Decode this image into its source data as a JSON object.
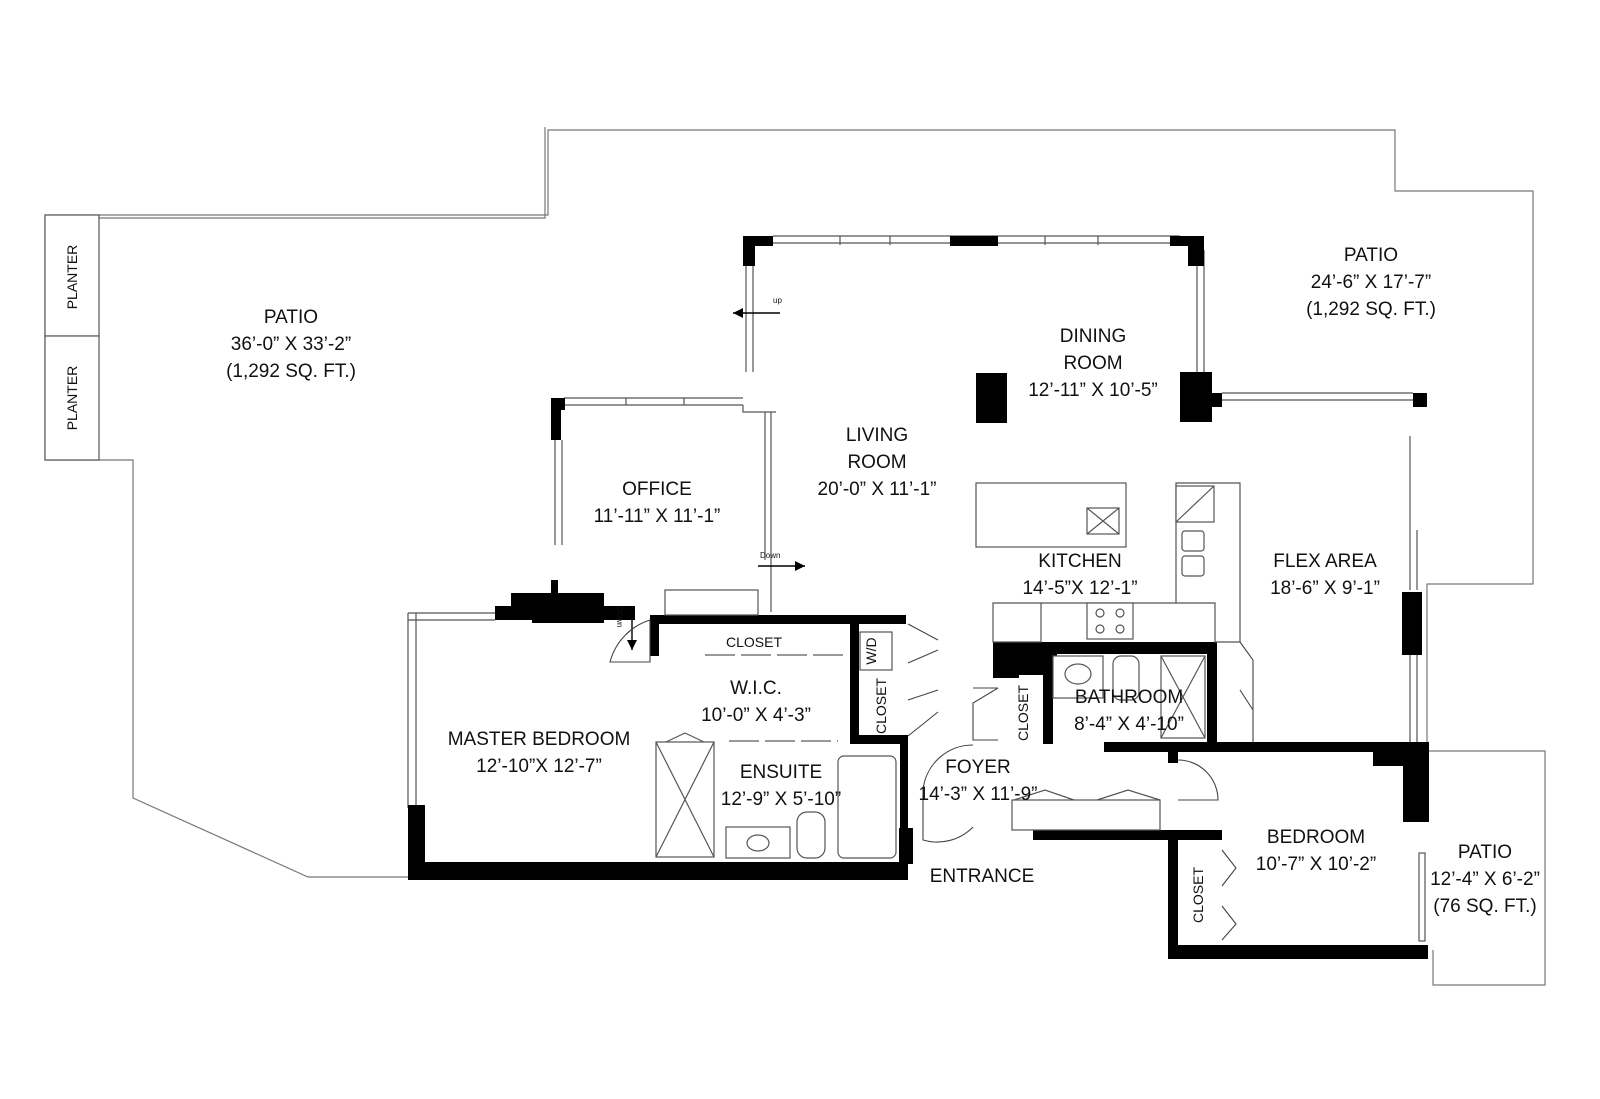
{
  "rooms": {
    "patio_west": {
      "name": "PATIO",
      "dims": "36’-0” X 33’-2”",
      "area": "(1,292 SQ. FT.)"
    },
    "patio_east": {
      "name": "PATIO",
      "dims": "24’-6” X 17’-7”",
      "area": "(1,292 SQ. FT.)"
    },
    "patio_south": {
      "name": "PATIO",
      "dims": "12’-4” X 6’-2”",
      "area": "(76 SQ. FT.)"
    },
    "dining": {
      "name_line1": "DINING",
      "name_line2": "ROOM",
      "dims": "12’-11” X 10’-5”"
    },
    "living": {
      "name_line1": "LIVING",
      "name_line2": "ROOM",
      "dims": "20’-0” X 11’-1”"
    },
    "office": {
      "name": "OFFICE",
      "dims": "11’-11” X 11’-1”"
    },
    "kitchen": {
      "name": "KITCHEN",
      "dims": "14’-5”X  12’-1”"
    },
    "flex": {
      "name": "FLEX AREA",
      "dims": "18’-6” X 9’-1”"
    },
    "master": {
      "name": "MASTER BEDROOM",
      "dims": "12’-10”X 12’-7”"
    },
    "wic": {
      "name": "W.I.C.",
      "dims": "10’-0” X 4’-3”"
    },
    "ensuite": {
      "name": "ENSUITE",
      "dims": "12’-9” X 5’-10”"
    },
    "bathroom": {
      "name": "BATHROOM",
      "dims": "8’-4” X 4’-10”"
    },
    "foyer": {
      "name": "FOYER",
      "dims": "14’-3” X 11’-9”"
    },
    "bedroom": {
      "name": "BEDROOM",
      "dims": "10’-7” X 10’-2”"
    }
  },
  "labels": {
    "entrance": "ENTRANCE",
    "planter": "PLANTER",
    "closet": "CLOSET",
    "wd": "W/D",
    "up": "up",
    "down": "Down",
    "down_short": "Down"
  }
}
